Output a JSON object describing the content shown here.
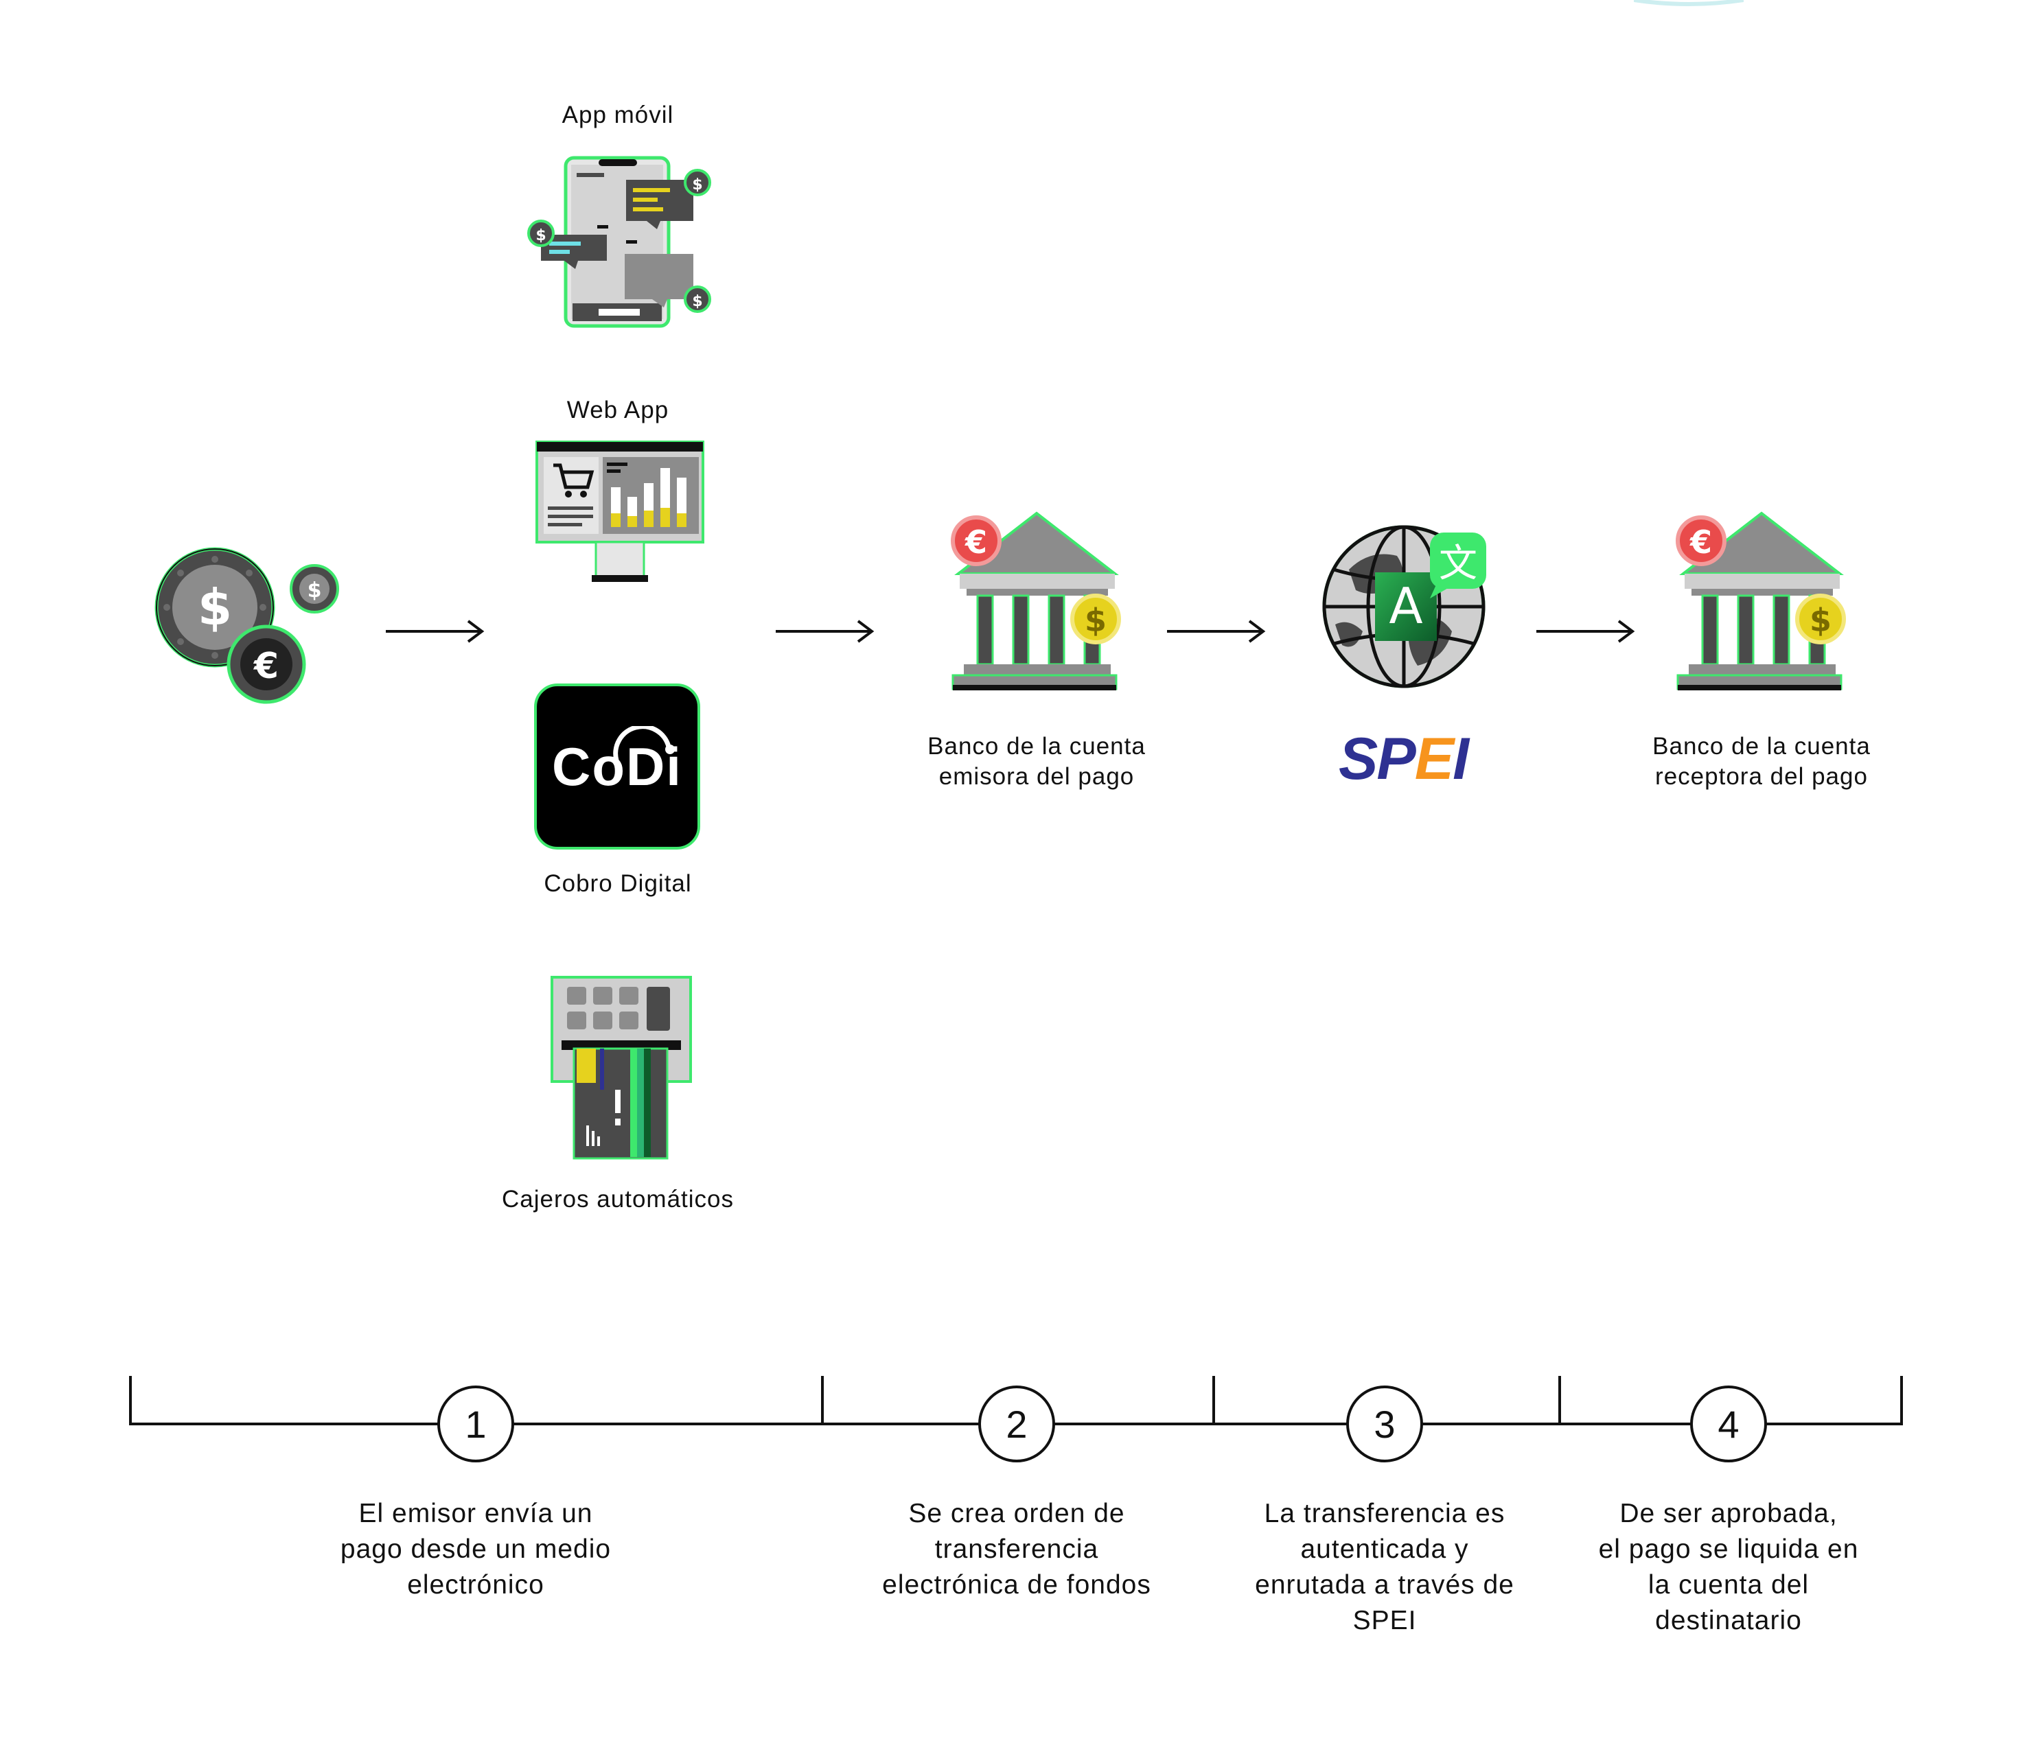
{
  "channels": {
    "app_movil": "App móvil",
    "web_app": "Web App",
    "codi_logo": "CoDi",
    "cobro_digital": "Cobro Digital",
    "cajeros": "Cajeros automáticos"
  },
  "nodes": {
    "banco_emisor_line1": "Banco de la cuenta",
    "banco_emisor_line2": "emisora del pago",
    "spei_logo_1": "SP",
    "spei_logo_2": "E",
    "spei_logo_3": "I",
    "banco_receptor_line1": "Banco de la cuenta",
    "banco_receptor_line2": "receptora del pago"
  },
  "steps": [
    {
      "number": "1",
      "lines": [
        "El emisor envía un",
        "pago desde un medio",
        "electrónico"
      ]
    },
    {
      "number": "2",
      "lines": [
        "Se crea orden de",
        "transferencia",
        "electrónica de fondos"
      ]
    },
    {
      "number": "3",
      "lines": [
        "La transferencia es",
        "autenticada y",
        "enrutada a través de",
        "SPEI"
      ]
    },
    {
      "number": "4",
      "lines": [
        "De ser aprobada,",
        "el pago se liquida en",
        "la cuenta del",
        "destinatario"
      ]
    }
  ],
  "icons": [
    "coins-icon",
    "mobile-app-icon",
    "web-app-icon",
    "codi-icon",
    "atm-icon",
    "bank-icon",
    "globe-translate-icon",
    "spei-logo",
    "bank-icon"
  ],
  "colors": {
    "accent_green": "#3ee86d",
    "accent_yellow": "#e6d21e",
    "euro_red": "#e94b4b",
    "spei_blue": "#2e3192",
    "spei_orange": "#f7941d",
    "gray_dark": "#4a4a4a",
    "gray_mid": "#8c8c8c",
    "gray_light": "#cfcfcf"
  }
}
